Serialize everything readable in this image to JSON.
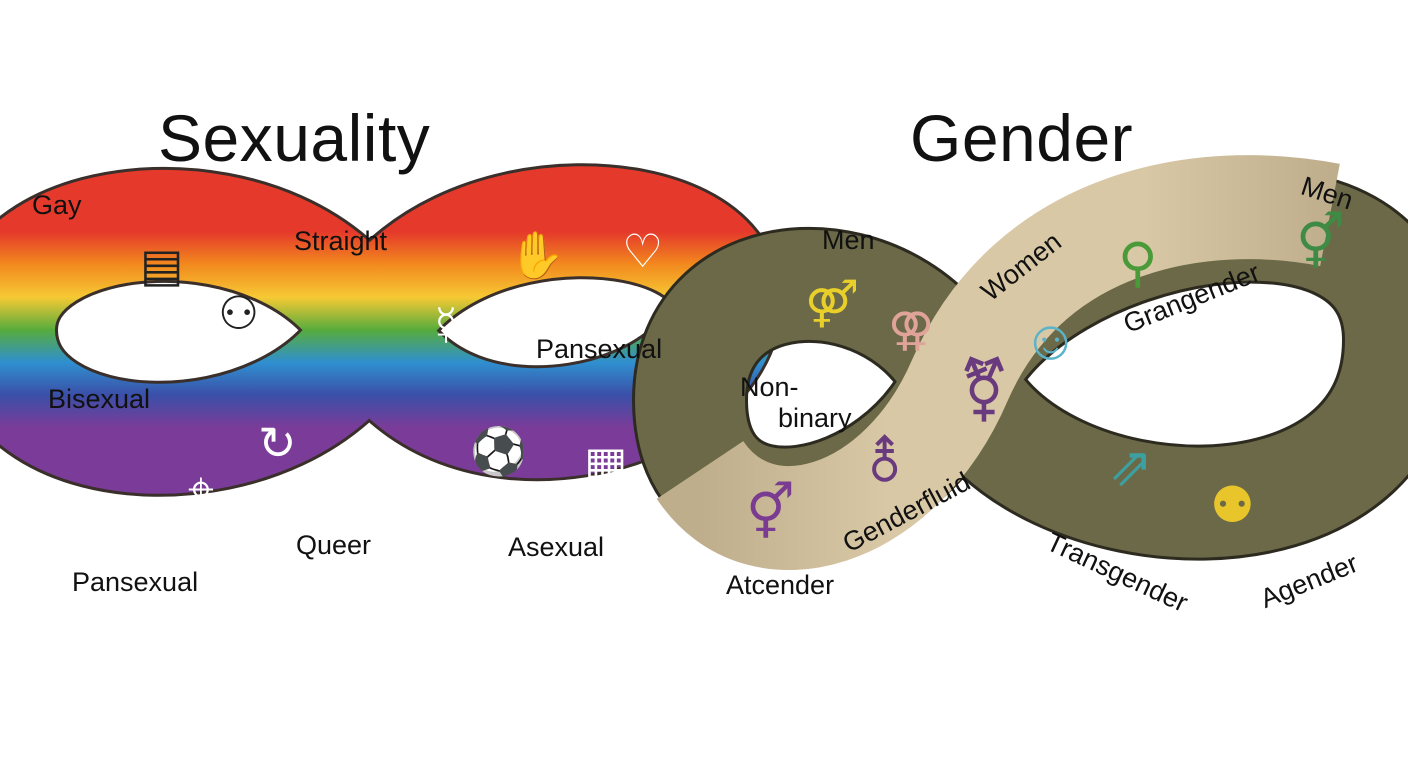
{
  "titles": {
    "sexuality": "Sexuality",
    "gender": "Gender"
  },
  "sexuality_labels": [
    "Gay",
    "Straight",
    "Pansexual",
    "Bisexual",
    "Queer",
    "Asexual",
    "Pansexual"
  ],
  "gender_labels": [
    "Men",
    "Women",
    "Grangender",
    "Men",
    "Non-",
    "binary",
    "Genderfluid",
    "Atcender",
    "Transgender",
    "Agender"
  ],
  "colors": {
    "rainbow": [
      "#e53a2b",
      "#f28a1e",
      "#f6c934",
      "#57ac3c",
      "#2f8fd0",
      "#3b4fa8",
      "#7a3c98"
    ],
    "olive": "#6b6947",
    "beige": "#d9c8a6",
    "outline": "#2d2a20"
  },
  "icons": [
    "document-icon",
    "people-icon",
    "venus-mercury-icon",
    "hands-icon",
    "hearts-icon",
    "refresh-icon",
    "soccer-ball-icon",
    "tablet-icon",
    "map-icon",
    "game-board-icon",
    "linked-gender-icon",
    "pink-gender-icon",
    "transgender-icon",
    "person-icon",
    "neutrois-icon",
    "androgyne-icon",
    "genderfluid-icon",
    "mars-venus-icon",
    "arrows-icon",
    "group-icon"
  ]
}
